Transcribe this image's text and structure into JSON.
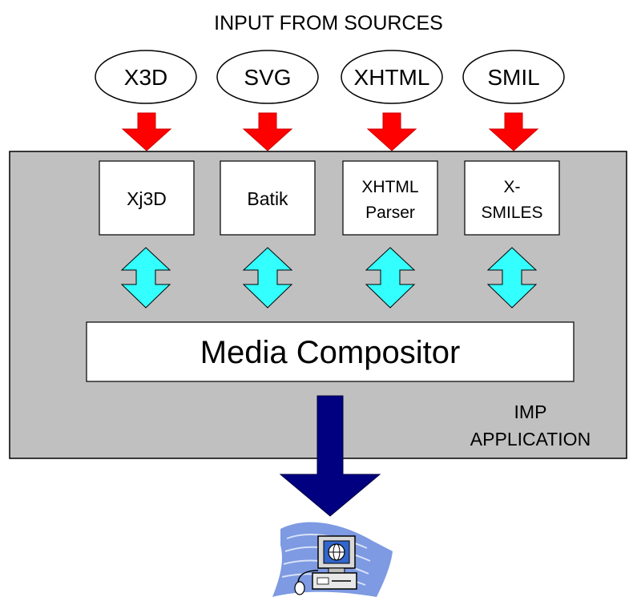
{
  "header": {
    "title": "INPUT FROM SOURCES"
  },
  "sources": [
    {
      "label": "X3D"
    },
    {
      "label": "SVG"
    },
    {
      "label": "XHTML"
    },
    {
      "label": "SMIL"
    }
  ],
  "modules": [
    {
      "lines": [
        "Xj3D"
      ]
    },
    {
      "lines": [
        "Batik"
      ]
    },
    {
      "lines": [
        "XHTML",
        "Parser"
      ]
    },
    {
      "lines": [
        "X-",
        "SMILES"
      ]
    }
  ],
  "compositor": {
    "label": "Media Compositor"
  },
  "application": {
    "lines": [
      "IMP",
      "APPLICATION"
    ]
  },
  "output": {
    "icon": "computer-terminal-icon"
  },
  "colors": {
    "source_arrow": "#ff0000",
    "twoway_arrow": "#33ffff",
    "output_arrow": "#000080",
    "panel": "#c0c0c0",
    "screen": "#3366cc"
  }
}
